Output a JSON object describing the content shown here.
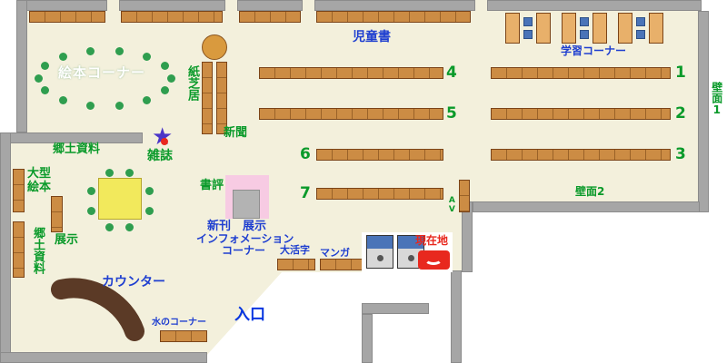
{
  "labels": {
    "ehon_corner": "絵本コーナー",
    "kamishibai": "紙芝居",
    "shinbun": "新聞",
    "kyodo_shiryo_top": "郷土資料",
    "zasshi": "雑誌",
    "jidosho": "児童書",
    "gakushu_corner": "学習コーナー",
    "hekimen1": "壁面1",
    "hekimen2": "壁面2",
    "ogata_ehon": "大型\n絵本",
    "kyodo_shiryo_left": "郷土資料",
    "tenji": "展示",
    "shohyo": "書評",
    "shinkan_tenji": "新刊　展示",
    "information_line1": "インフォメーション",
    "information_line2": "コーナー",
    "daikatsuji": "大活字",
    "manga": "マンガ",
    "genzaichi": "現在地",
    "counter": "カウンター",
    "mizu_corner": "水のコーナー",
    "iriguchi": "入口",
    "av": "AV"
  },
  "shelf_numbers": {
    "n1": "1",
    "n2": "2",
    "n3": "3",
    "n4": "4",
    "n5": "5",
    "n6": "6",
    "n7": "7"
  },
  "icons": {
    "star_marker": "★"
  },
  "colors": {
    "floor": "#f3f0dc",
    "wall": "#a6a6a6",
    "shelf": "#cc8c44",
    "shelf_border": "#7b4418",
    "green_text": "#0a9a2a",
    "blue_text": "#1f3fd0",
    "red": "#e8281e",
    "table_yellow": "#f2e95c",
    "exhibit_pink": "#f7cbe3",
    "counter_brown": "#5b3a26",
    "seat_green": "#2f9e4f",
    "chair_blue": "#4a74b8",
    "entrance_blue": "#0535e0",
    "star_purple": "#4a35c8"
  }
}
